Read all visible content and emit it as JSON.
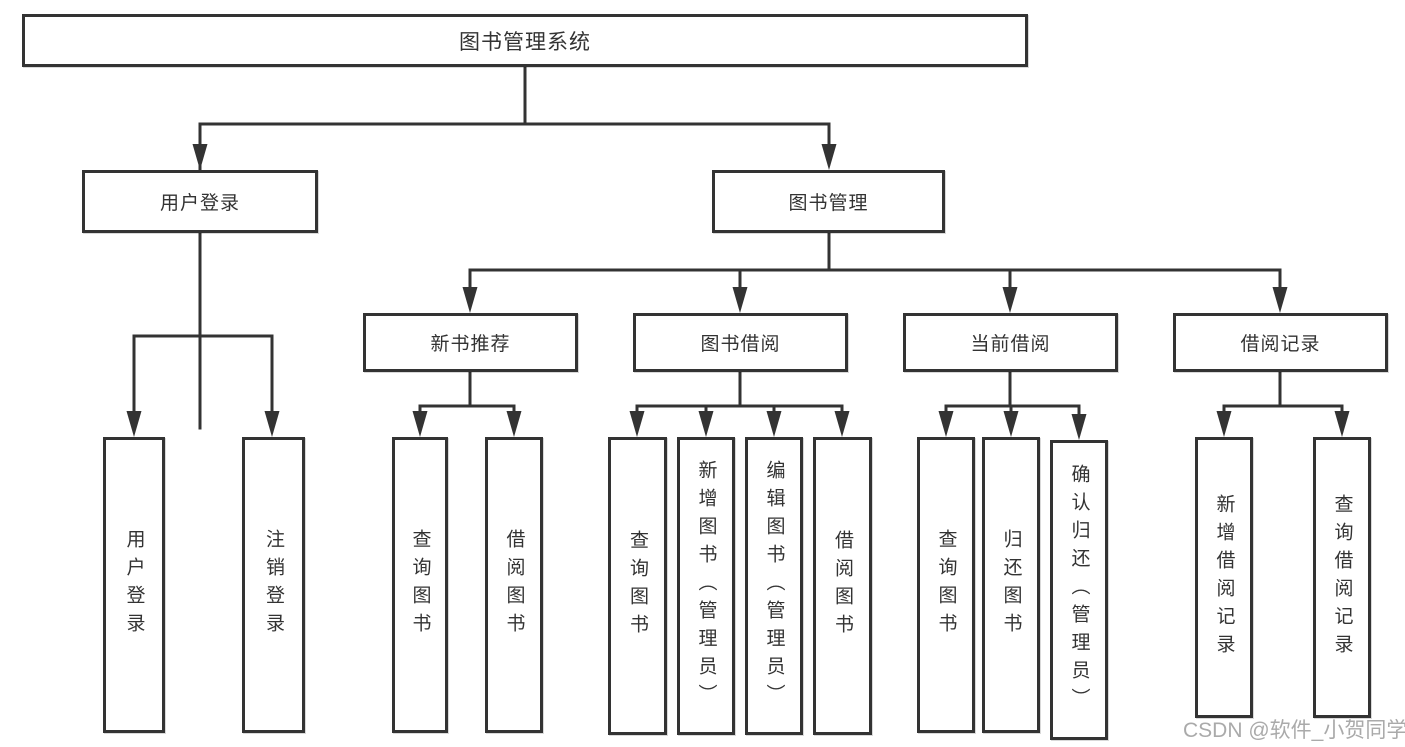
{
  "nodes": {
    "root": {
      "label": "图书管理系统"
    },
    "user_login": {
      "label": "用户登录"
    },
    "book_management": {
      "label": "图书管理"
    },
    "new_book_recommend": {
      "label": "新书推荐"
    },
    "book_borrowing": {
      "label": "图书借阅"
    },
    "current_borrowing": {
      "label": "当前借阅"
    },
    "borrowing_records": {
      "label": "借阅记录"
    },
    "leaf_user_login": {
      "label": "用户登录"
    },
    "leaf_logout": {
      "label": "注销登录"
    },
    "leaf_recommend_query_books": {
      "label": "查询图书"
    },
    "leaf_recommend_borrow_books": {
      "label": "借阅图书"
    },
    "leaf_borrowing_query_books": {
      "label": "查询图书"
    },
    "leaf_borrowing_add_books": {
      "label": "新增图书（管理员）"
    },
    "leaf_borrowing_edit_books": {
      "label": "编辑图书（管理员）"
    },
    "leaf_borrowing_borrow_books": {
      "label": "借阅图书"
    },
    "leaf_current_query_books": {
      "label": "查询图书"
    },
    "leaf_current_return_books": {
      "label": "归还图书"
    },
    "leaf_current_confirm_return": {
      "label": "确认归还（管理员）"
    },
    "leaf_records_add_record": {
      "label": "新增借阅记录"
    },
    "leaf_records_query_record": {
      "label": "查询借阅记录"
    }
  },
  "watermark": {
    "text": "CSDN @软件_小贺同学"
  },
  "colors": {
    "line": "#333333",
    "text": "#333333",
    "background": "#ffffff",
    "watermark": "#a5a5a5"
  }
}
